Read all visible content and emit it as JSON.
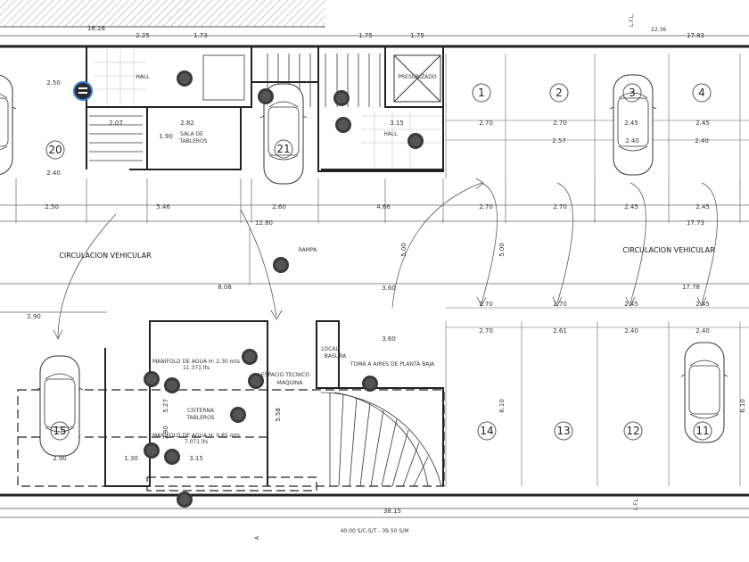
{
  "colors": {
    "wall": "#222222",
    "line": "#555555",
    "thin": "#888888",
    "hatch": "#999999",
    "marker": "#3a3a3a"
  },
  "labels": {
    "hall_left": "HALL",
    "hall_right": "HALL",
    "sala_tableros_1": "SALA DE",
    "sala_tableros_2": "TABLEROS",
    "circ_left": "CIRCULACION VEHICULAR",
    "circ_right": "CIRCULACION VEHICULAR",
    "rampa": "RAMPA",
    "local_1": "LOCAL",
    "local_2": "BASURA",
    "espacio_1": "ESPACIO TECNICO",
    "espacio_2": "MAQUINA",
    "cisterna_1": "CISTERNA",
    "cisterna_2": "TABLEROS",
    "tanque_agua_1": "MANIFOLD DE AGUA H: 2.30 mts",
    "tanque_agua_1b": "11.371 lts",
    "tanque_agua_2": "MANIFOLD DE AGUA H: 0.85 mts",
    "tanque_agua_2b": "7.071 lts",
    "tanque_aire": "TOMA A AIRES DE PLANTA BAJA",
    "presurizado": "PRESURIZADO",
    "lfl_top": "L.F.L.",
    "lfl_bottom": "L.F.L.",
    "footer": "40.00 S/C-S/T - 39.50 S/M",
    "section_mark": "A",
    "top_small": "22.36"
  },
  "parking_numbers": [
    "1",
    "2",
    "3",
    "4",
    "11",
    "12",
    "13",
    "14",
    "15",
    "20",
    "21"
  ],
  "dimensions": {
    "top": [
      "16.28",
      "2.25",
      "1.75",
      "1.75",
      "1.73",
      "17.83"
    ],
    "row1": [
      "2.50",
      "2.07",
      "2.82",
      "1.90",
      "3.15",
      "2.70",
      "2.70",
      "2.45",
      "2.45"
    ],
    "row2": [
      "2.57",
      "2.40",
      "2.40",
      "2.40"
    ],
    "row3": [
      "2.50",
      "5.46",
      "2.60",
      "4.66",
      "2.70",
      "2.70",
      "2.45",
      "2.45"
    ],
    "mid": [
      "12.80",
      "17.73",
      "8.08",
      "17.78",
      "3.60",
      "3.60",
      "5.00",
      "5.00"
    ],
    "row4": [
      "2.90",
      "2.70",
      "2.70",
      "2.45",
      "2.45"
    ],
    "row5": [
      "2.70",
      "2.61",
      "2.40",
      "2.40"
    ],
    "bottom": [
      "2.90",
      "1.30",
      "3.15",
      "38.15",
      "6.10",
      "6.10",
      "5.58",
      "3.90",
      "5.27"
    ]
  }
}
